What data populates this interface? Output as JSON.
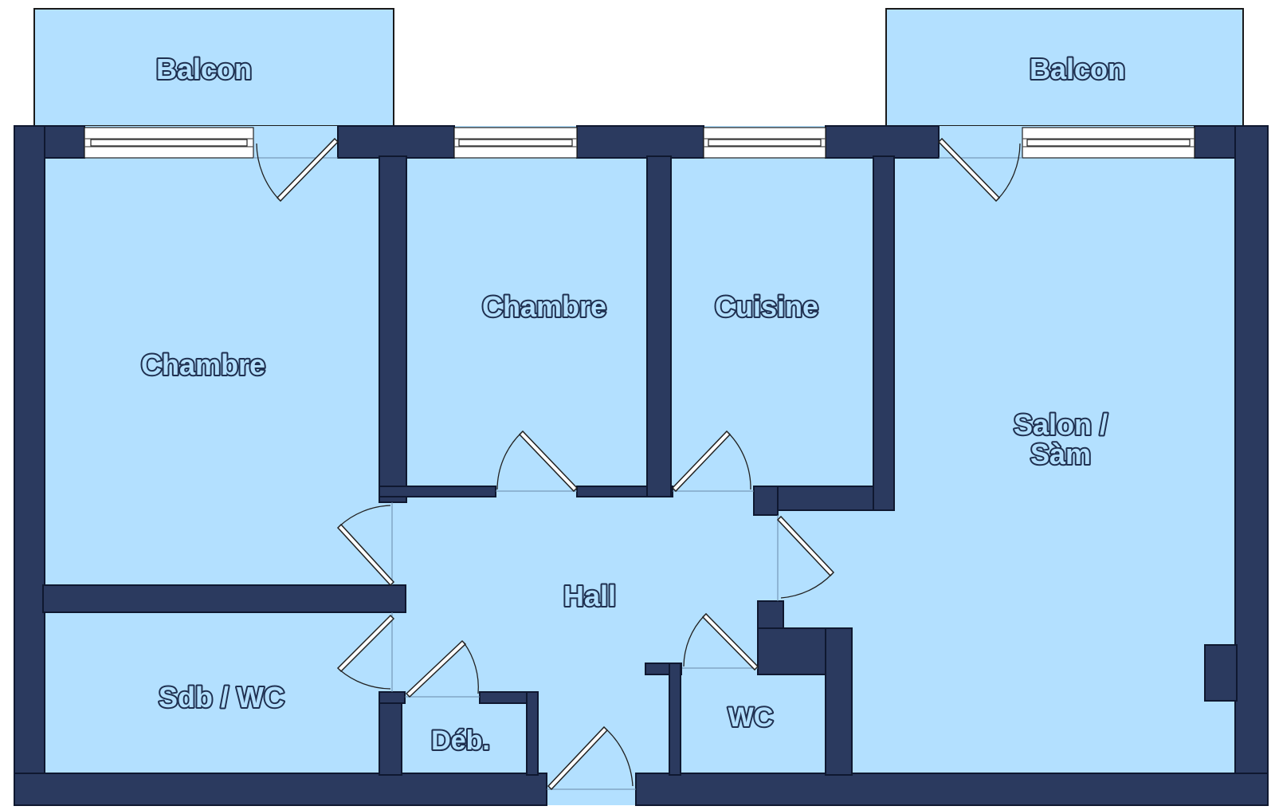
{
  "rooms": {
    "balcon_left": "Balcon",
    "balcon_right": "Balcon",
    "chambre_1": "Chambre",
    "chambre_2": "Chambre",
    "cuisine": "Cuisine",
    "salon_line1": "Salon /",
    "salon_line2": "Sàm",
    "hall": "Hall",
    "sdb": "Sdb / WC",
    "deb": "Déb.",
    "wc": "WC"
  },
  "colors": {
    "floor": "#b3e0ff",
    "wall": "#2b3a5f",
    "background": "#ffffff"
  }
}
